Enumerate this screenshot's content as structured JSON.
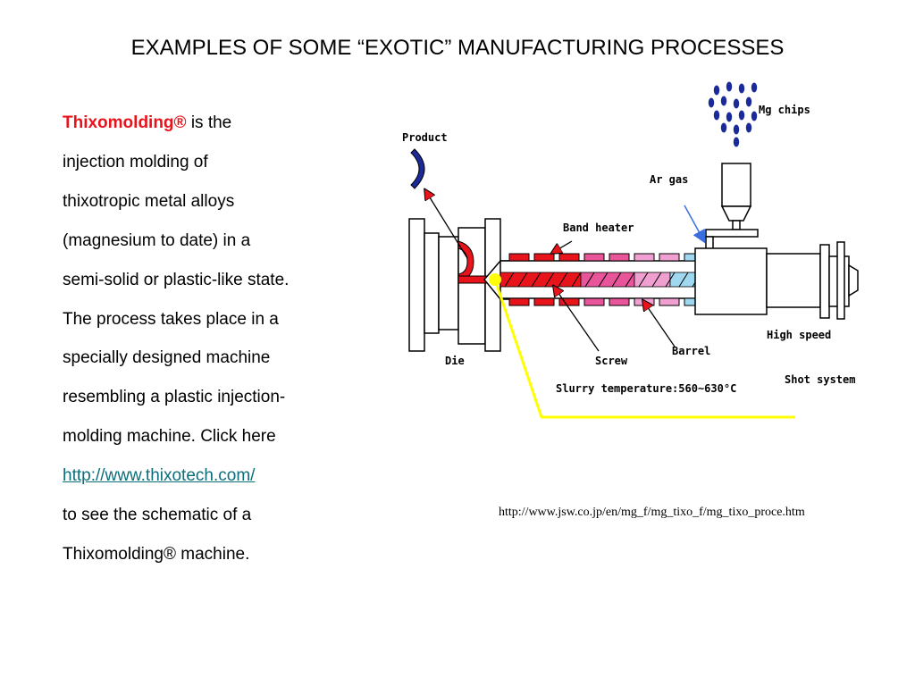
{
  "slide": {
    "title": "EXAMPLES OF SOME “EXOTIC” MANUFACTURING PROCESSES",
    "body": {
      "brand": "Thixomolding®",
      "line1_rest": " is the",
      "line2": "injection molding of",
      "line3": "thixotropic metal alloys",
      "line4": "(magnesium to date) in a",
      "line5": "semi-solid or plastic-like state.",
      "line6": "The process takes place in a",
      "line7": "specially designed machine",
      "line8": "resembling a plastic injection-",
      "line9": "molding machine. Click here",
      "link": "http://www.thixotech.com/",
      "line11": "to see the schematic of a",
      "line12": "Thixomolding® machine."
    },
    "source_url": "http://www.jsw.co.jp/en/mg_f/mg_tixo_f/mg_tixo_proce.htm"
  },
  "diagram": {
    "labels": {
      "product": "Product",
      "mg_chips": "Mg chips",
      "ar_gas": "Ar gas",
      "band_heater": "Band heater",
      "die": "Die",
      "screw": "Screw",
      "barrel": "Barrel",
      "high_speed": "High speed",
      "shot_system": "Shot system",
      "slurry": "Slurry temperature:560~630°C"
    },
    "colors": {
      "hot": "#e8141c",
      "medium": "#e8559a",
      "warm": "#f0a0d0",
      "cool": "#a0d8f0",
      "cold": "#3a8fe0",
      "chips": "#1a2a9a",
      "leader": "#ffff00"
    }
  }
}
